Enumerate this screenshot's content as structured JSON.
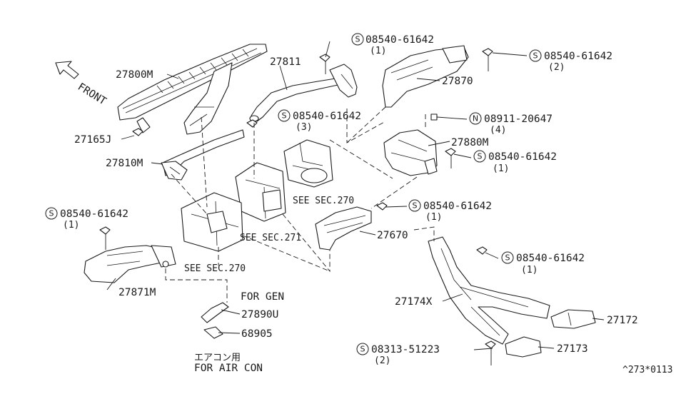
{
  "direction": "FRONT",
  "parts": {
    "p27800M": "27800M",
    "p27165J": "27165J",
    "p27810M": "27810M",
    "p27811": "27811",
    "p27870": "27870",
    "p27880M": "27880M",
    "p27670": "27670",
    "p27871M": "27871M",
    "p27890U": "27890U",
    "p68905": "68905",
    "p27174X": "27174X",
    "p27172": "27172",
    "p27173": "27173"
  },
  "fasteners": [
    {
      "symbol": "S",
      "number": "08540-61642",
      "qty": "(1)"
    },
    {
      "symbol": "S",
      "number": "08540-61642",
      "qty": "(2)"
    },
    {
      "symbol": "S",
      "number": "08540-61642",
      "qty": "(3)"
    },
    {
      "symbol": "N",
      "number": "08911-20647",
      "qty": "(4)"
    },
    {
      "symbol": "S",
      "number": "08540-61642",
      "qty": "(1)"
    },
    {
      "symbol": "S",
      "number": "08540-61642",
      "qty": "(1)"
    },
    {
      "symbol": "S",
      "number": "08540-61642",
      "qty": "(1)"
    },
    {
      "symbol": "S",
      "number": "08540-61642",
      "qty": "(1)"
    },
    {
      "symbol": "S",
      "number": "08313-51223",
      "qty": "(2)"
    }
  ],
  "references": {
    "sec270a": "SEE SEC.270",
    "sec271": "SEE SEC.271",
    "sec270b": "SEE SEC.270"
  },
  "notes": {
    "for_gen": "FOR GEN",
    "aircon_jp": "エアコン用",
    "aircon_en": "FOR AIR CON"
  },
  "diagram_code": "^273*0113"
}
